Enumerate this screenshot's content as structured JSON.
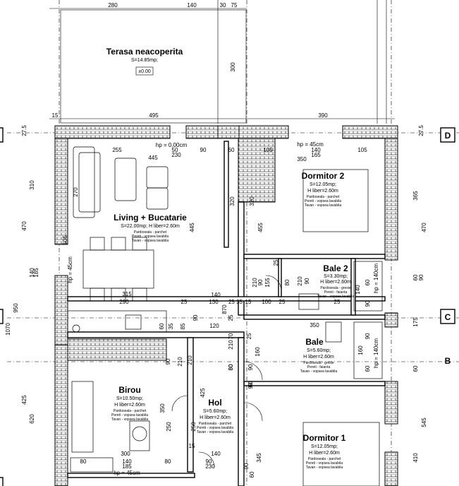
{
  "rooms": [
    {
      "name": "Terasa neacoperita",
      "area": "S=14.85mp;",
      "level": "±0.00"
    },
    {
      "name": "Living + Bucatarie",
      "area": "S=22.00mp; H liber=2.60m",
      "notes": [
        "Pardoseala - parchet",
        "Pereti - vopsea lavabila",
        "Tavan - vopsea lavabila"
      ]
    },
    {
      "name": "Dormitor 2",
      "area": "S=12.05mp;",
      "height": "H liber=2.60m",
      "notes": [
        "Pardoseala - parchet",
        "Pereti - vopsea lavabila",
        "Tavan - vopsea lavabila"
      ]
    },
    {
      "name": "Bale 2",
      "area": "S=3.30mp;",
      "height": "H liber=2.60m",
      "notes": [
        "Pardoseala - gresie",
        "Pereti - faianta",
        "Tavan - vopsea lavabila"
      ]
    },
    {
      "name": "Bale",
      "area": "S=5.60mp;",
      "height": "H liber=2.60m",
      "notes": [
        "Pardoseala - gresie",
        "Pereti - faianta",
        "Tavan - vopsea lavabila"
      ]
    },
    {
      "name": "Birou",
      "area": "S=10.50mp;",
      "height": "H liber=2.60m",
      "notes": [
        "Pardoseala - parchet",
        "Pereti - vopsea lavabila",
        "Tavan - vopsea lavabila"
      ]
    },
    {
      "name": "Hol",
      "area": "S=5.60mp;",
      "height": "H liber=2.60m",
      "notes": [
        "Pardoseala - parchet",
        "Pereti - vopsea lavabila",
        "Tavan - vopsea lavabila"
      ]
    },
    {
      "name": "Dormitor 1",
      "area": "S=12.05mp;",
      "height": "H liber=2.60m",
      "notes": [
        "Pardoseala - parchet",
        "Pereti - vopsea lavabila",
        "Tavan - vopsea lavabila"
      ]
    }
  ],
  "levels": {
    "top": "hp = 0.00cm",
    "dormitor2": "hp = 45cm",
    "living_window": "hp = 45cm",
    "bottom": "hp = 45cm",
    "bale2_window": "hp = 140cm",
    "bale_window": "hp = 140cm"
  },
  "axes": {
    "d": "D",
    "c": "C",
    "b": "B"
  },
  "dims": {
    "top_280": "280",
    "top_140": "140",
    "top_30": "30",
    "top_75": "75",
    "terr_300": "300",
    "mid_495": "495",
    "mid_390": "390",
    "mid_15": "15",
    "left_275": "27.5",
    "left_310": "310",
    "left_470": "470",
    "left_140": "140",
    "left_185": "185",
    "left_950": "950",
    "left_1070": "1070",
    "left_425": "425",
    "left_620": "620",
    "right_275": "27.5",
    "right_365": "365",
    "right_470": "470",
    "right_60": "60",
    "right_175": "175",
    "right_90": "90",
    "right_545": "545",
    "right_60b": "60",
    "right_410": "410",
    "liv_255": "255",
    "liv_445": "445",
    "liv_50": "50",
    "liv_230": "230",
    "liv_90": "90",
    "liv_60": "60",
    "liv_105": "105",
    "liv_140": "140",
    "liv_165": "165",
    "liv_105b": "105",
    "liv_350": "350",
    "liv_270": "270",
    "liv_505": "505",
    "liv_445v": "445",
    "liv_320": "320",
    "liv_320b": "320",
    "liv_455": "455",
    "liv_315": "315",
    "liv_290": "290",
    "liv_25": "25",
    "liv_140b": "140",
    "liv_130": "130",
    "liv_870": "870",
    "liv_2535": "25 35",
    "liv_15": "15",
    "liv_100": "100",
    "liv_25b": "25",
    "liv_25c": "25",
    "b2_25": "25",
    "b2_155": "155",
    "b2_90": "90",
    "b2_210": "210",
    "b2_90b": "90",
    "b2_80": "80",
    "b2_140": "140",
    "b2_60": "60",
    "b2_90c": "90",
    "b2_210b": "210",
    "k_60": "60",
    "k_35": "35",
    "k_85": "85",
    "k_120": "120",
    "k_90": "90",
    "k_25": "25",
    "k_70": "70",
    "k_25b": "25",
    "k_350": "350",
    "bl_90": "90",
    "bl_210": "210",
    "bl_80": "80",
    "bl_60": "60",
    "bl_90b": "90",
    "bl_160": "160",
    "bl_160b": "160",
    "bl_60b": "60",
    "bl_90c": "90",
    "br_90": "90",
    "br_210": "210",
    "br_350": "350",
    "br_250": "250",
    "br_300": "300",
    "br_80": "80",
    "br_140": "140",
    "br_80b": "80",
    "br_185": "185",
    "h_425": "425",
    "h_250": "250",
    "h_15": "15",
    "h_140": "140",
    "h_90": "90",
    "h_230": "230",
    "h_80": "80",
    "h_210": "210",
    "h_90b": "90",
    "h_345": "345",
    "h_60": "60"
  }
}
